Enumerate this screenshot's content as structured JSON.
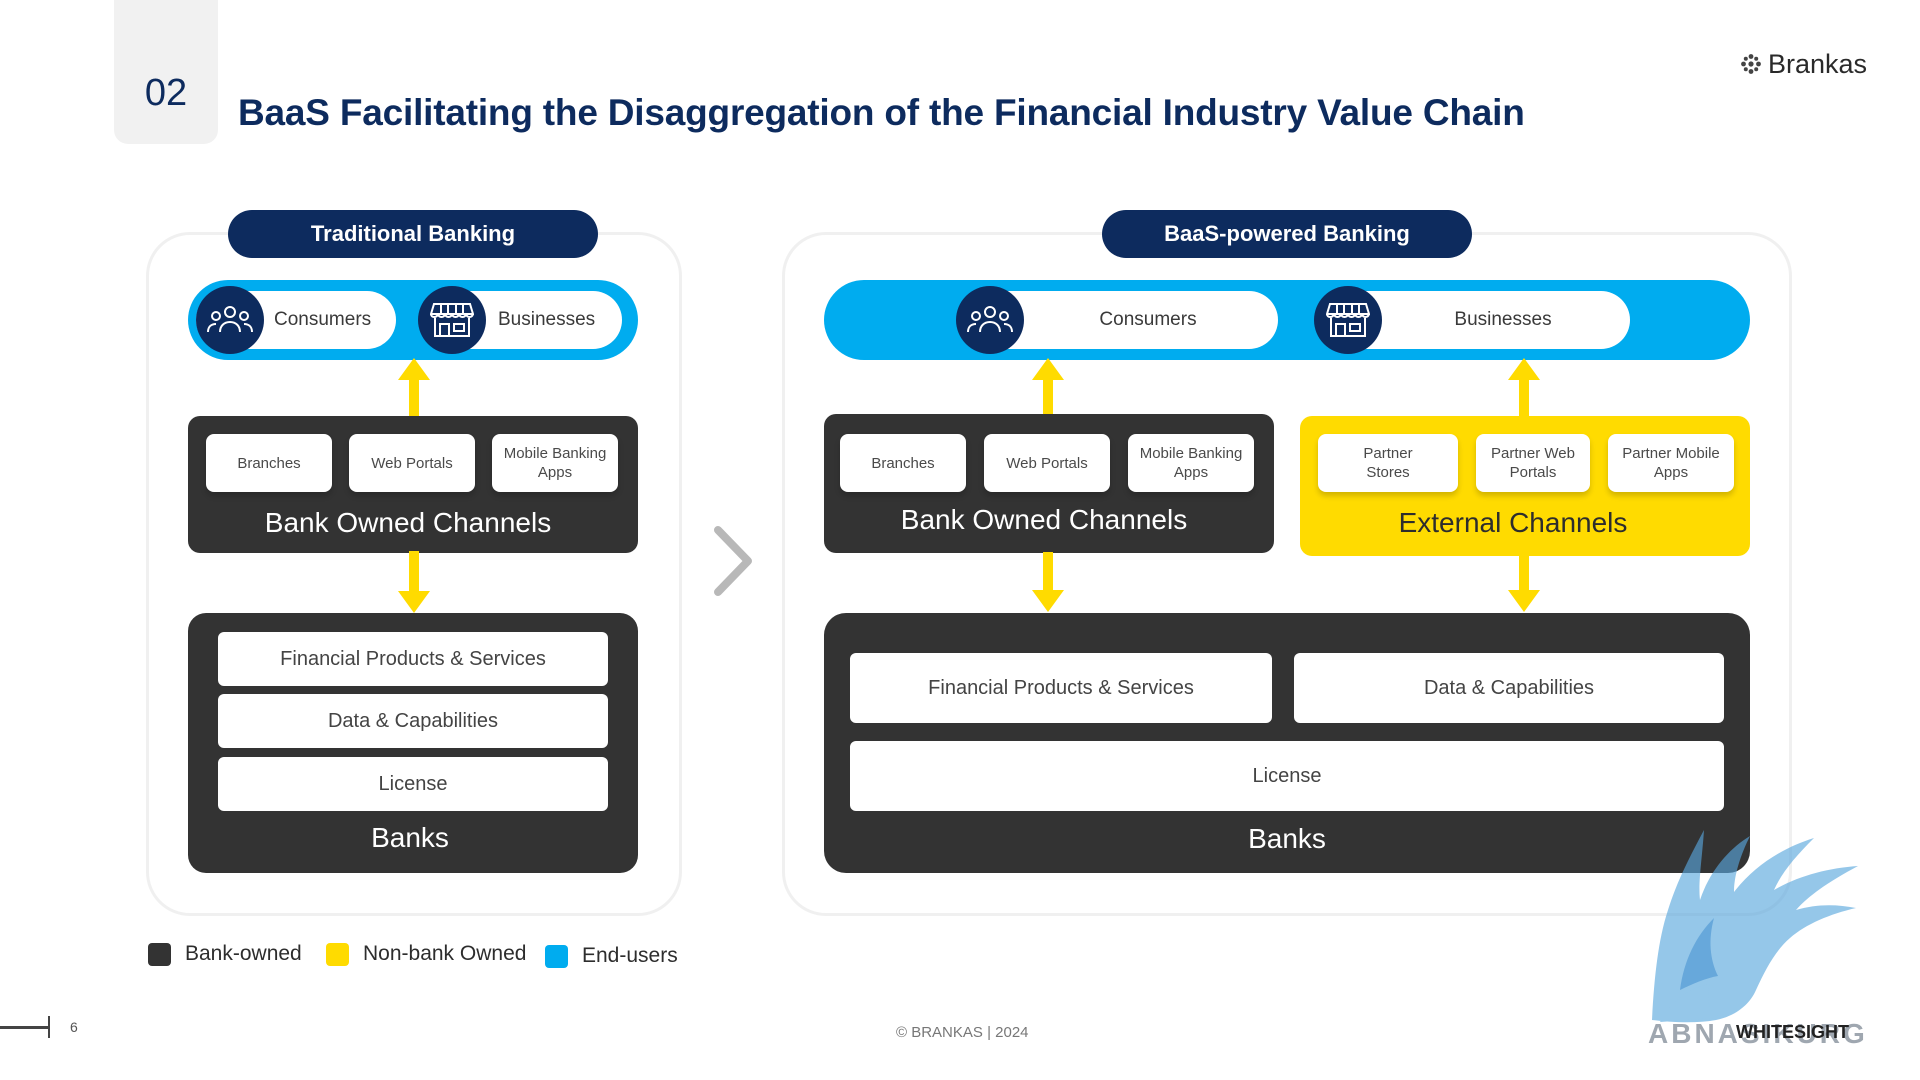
{
  "header": {
    "slide_number": "02",
    "title": "BaaS Facilitating the Disaggregation of the Financial Industry Value Chain",
    "brand": "Brankas",
    "brand_icon": "brankas-logo-icon"
  },
  "left_panel": {
    "title": "Traditional Banking",
    "users": {
      "consumers": "Consumers",
      "businesses": "Businesses"
    },
    "bank_channels": {
      "chips": [
        "Branches",
        "Web Portals",
        "Mobile Banking Apps"
      ],
      "label": "Bank Owned Channels"
    },
    "banks": {
      "layers": [
        "Financial Products & Services",
        "Data & Capabilities",
        "License"
      ],
      "label": "Banks"
    }
  },
  "transition_icon": "chevron-right-icon",
  "right_panel": {
    "title": "BaaS-powered Banking",
    "users": {
      "consumers": "Consumers",
      "businesses": "Businesses"
    },
    "bank_channels": {
      "chips": [
        "Branches",
        "Web Portals",
        "Mobile Banking Apps"
      ],
      "label": "Bank Owned Channels"
    },
    "external_channels": {
      "chips": [
        "Partner Stores",
        "Partner Web Portals",
        "Partner Mobile Apps"
      ],
      "label": "External Channels"
    },
    "banks": {
      "layers": [
        "Financial Products & Services",
        "Data & Capabilities",
        "License"
      ],
      "label": "Banks"
    }
  },
  "legend": [
    {
      "label": "Bank-owned",
      "color": "#333333"
    },
    {
      "label": "Non-bank Owned",
      "color": "#ffdb00"
    },
    {
      "label": "End-users",
      "color": "#00acef"
    }
  ],
  "footer": {
    "page_number": "6",
    "copyright": "© BRANKAS | 2024"
  },
  "watermark": {
    "text": "ABNASIKURG",
    "sub": "WHITESIGHT",
    "icon": "griffin-logo-icon"
  },
  "colors": {
    "navy": "#0d2b5e",
    "cyan": "#00acef",
    "yellow": "#ffdb00",
    "dark": "#333333"
  }
}
